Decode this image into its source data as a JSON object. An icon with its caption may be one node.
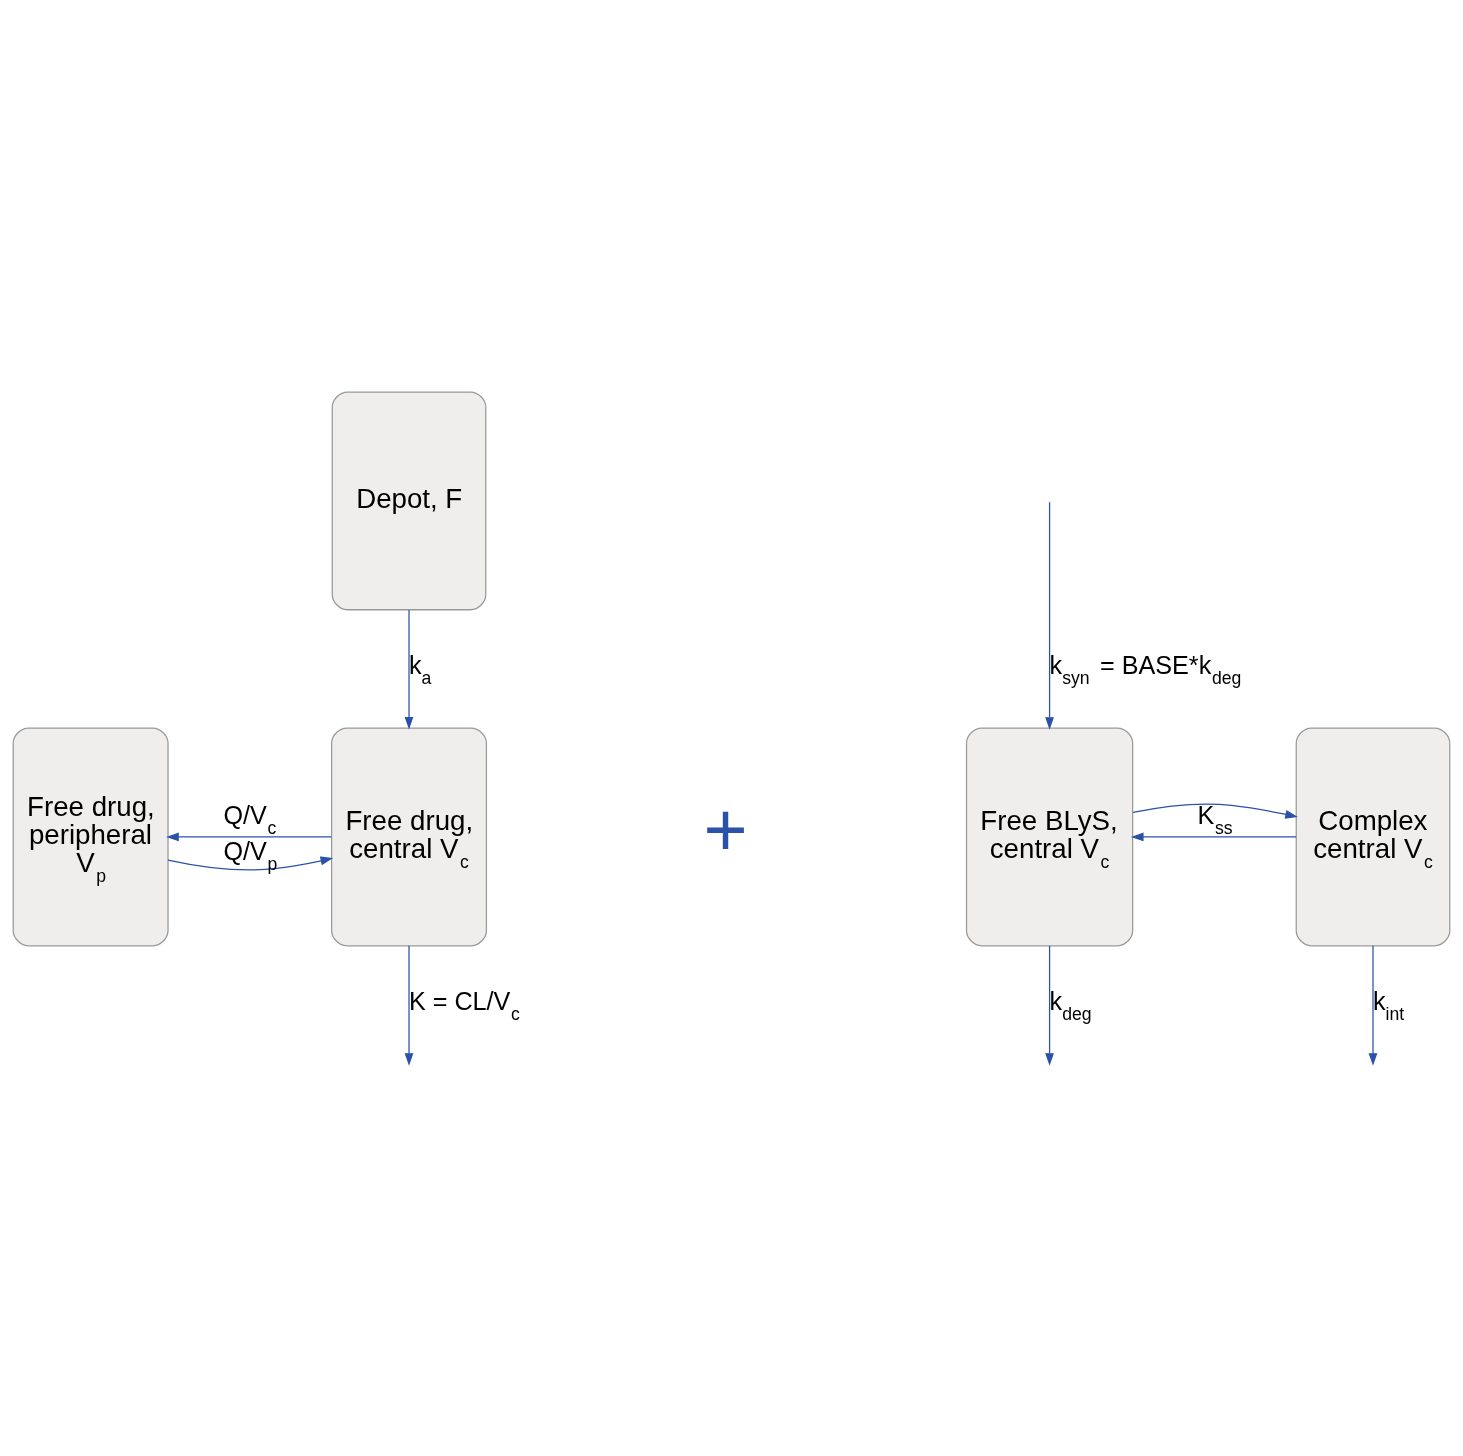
{
  "diagram": {
    "nodes": [
      {
        "text": [
          "Depot, F"
        ]
      },
      {
        "text": [
          "Free drug, peripheral V$_{p}$"
        ]
      },
      {
        "text": [
          "Free drug, central V$_{c}$"
        ]
      },
      {
        "text": [
          "Free BLyS, central V$_{c}$"
        ]
      },
      {
        "text": [
          "Complex central V$_{c}$"
        ]
      }
    ],
    "edges": [
      {
        "from": 0,
        "to": 2,
        "arrow": "to",
        "label": "k$_{a}$"
      },
      {
        "from": null,
        "to": 3,
        "arrow": "to",
        "label": "k$_{syn}$ = BASE*k$_{deg}$"
      },
      {
        "from": 2,
        "to": 1,
        "arrow": "to",
        "label": "Q/V$_{c}$"
      },
      {
        "from": 1,
        "to": 2,
        "arrow": "to",
        "label": "Q/V$_{p}$"
      },
      {
        "from": 4,
        "to": 3,
        "arrow": "to",
        "label": "K$_{ss}$"
      },
      {
        "from": 3,
        "to": 4,
        "arrow": "to"
      },
      {
        "from": 2,
        "to": null,
        "arrow": "to",
        "label": "K = CL/V$_{c}$"
      },
      {
        "from": 3,
        "to": null,
        "arrow": "to",
        "label": "k$_{deg}$"
      },
      {
        "from": 4,
        "to": null,
        "arrow": "to",
        "label": "k$_{int}$"
      }
    ],
    "labels": [
      "+"
    ]
  }
}
